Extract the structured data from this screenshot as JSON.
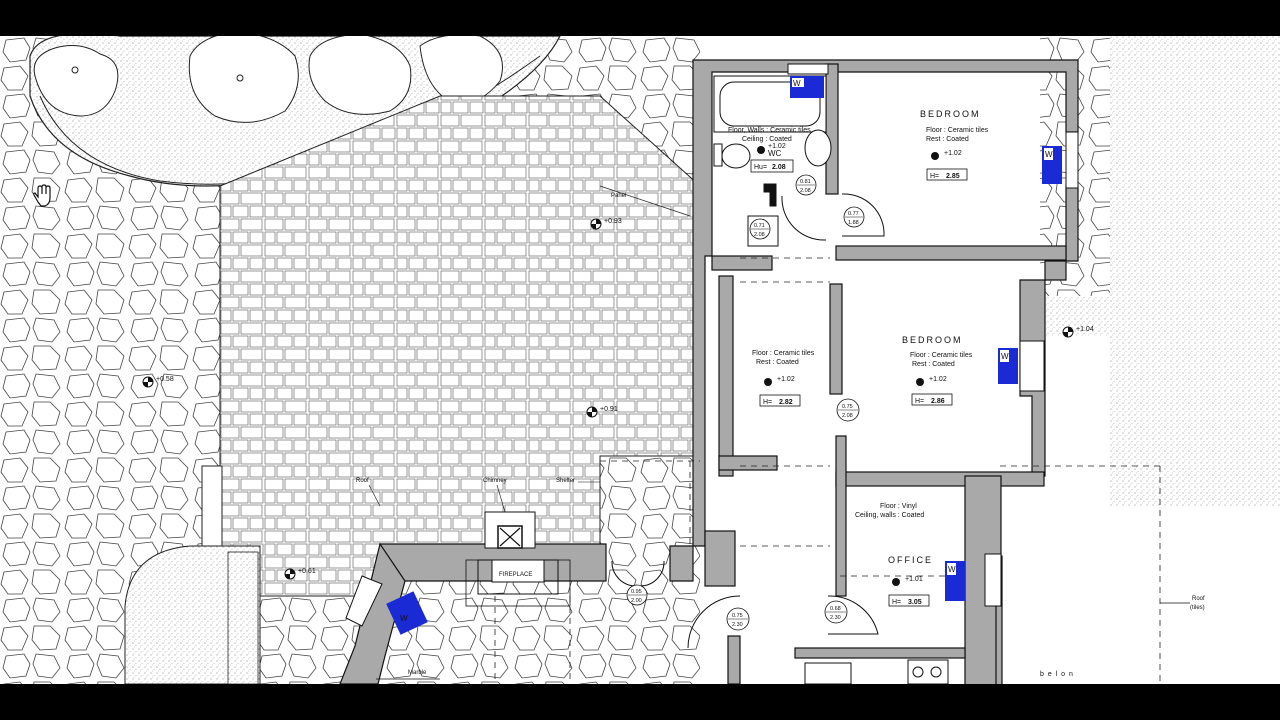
{
  "colors": {
    "wall": "#a9a9a9",
    "window_marker": "#1a2bd6",
    "background": "#ffffff",
    "frame": "#000000"
  },
  "cursor_icon": "hand-pan-icon",
  "rooms": {
    "wc": {
      "name": "WC",
      "floor_line": "Floor, Walls :   Ceramic tiles",
      "ceiling_line": "Ceiling :   Coated",
      "level": "+1.02",
      "height_label": "Hu=",
      "height_value": "2.08"
    },
    "bedroom1": {
      "name": "BEDROOM",
      "floor_line": "Floor :   Ceramic tiles",
      "rest_line": "Rest :   Coated",
      "level": "+1.02",
      "height_label": "H=",
      "height_value": "2.85"
    },
    "bedroom2": {
      "name": "BEDROOM",
      "floor_line": "Floor :   Ceramic tiles",
      "rest_line": "Rest :   Coated",
      "level": "+1.02",
      "height_label": "H=",
      "height_value": "2.86"
    },
    "hall": {
      "floor_line": "Floor :   Ceramic tiles",
      "rest_line": "Rest :   Coated",
      "level": "+1.02",
      "height_label": "H=",
      "height_value": "2.82"
    },
    "office": {
      "name": "OFFICE",
      "floor_line": "Floor :   Vinyl",
      "ceiling_line": "Ceiling, walls :   Coated",
      "level": "+1.01",
      "height_label": "H=",
      "height_value": "3.05"
    }
  },
  "doors": [
    {
      "w": "0.77",
      "h": "1.88"
    },
    {
      "w": "0.71",
      "h": "2.08"
    },
    {
      "w": "0.81",
      "h": "2.08"
    },
    {
      "w": "0.75",
      "h": "2.08"
    },
    {
      "w": "0.95",
      "h": "2.00"
    },
    {
      "w": "0.75",
      "h": "2.30"
    },
    {
      "w": "0.68",
      "h": "2.30"
    }
  ],
  "levels": {
    "garden_left": "+0.58",
    "terrace": "+0.91",
    "terrace_top": "+0.93",
    "right_yard": "+1.04",
    "lower_left": "+0.61"
  },
  "labels": {
    "fireplace": "FIREPLACE",
    "chimney": "Chimney",
    "shelter": "Shelter",
    "roof": "Roof",
    "panel": "Panel",
    "marble": "Marble",
    "roof_tiles_1": "Roof",
    "roof_tiles_2": "(tiles)",
    "below": "b e l o n"
  },
  "window_tags": [
    "W",
    "W",
    "W",
    "W",
    "W"
  ]
}
